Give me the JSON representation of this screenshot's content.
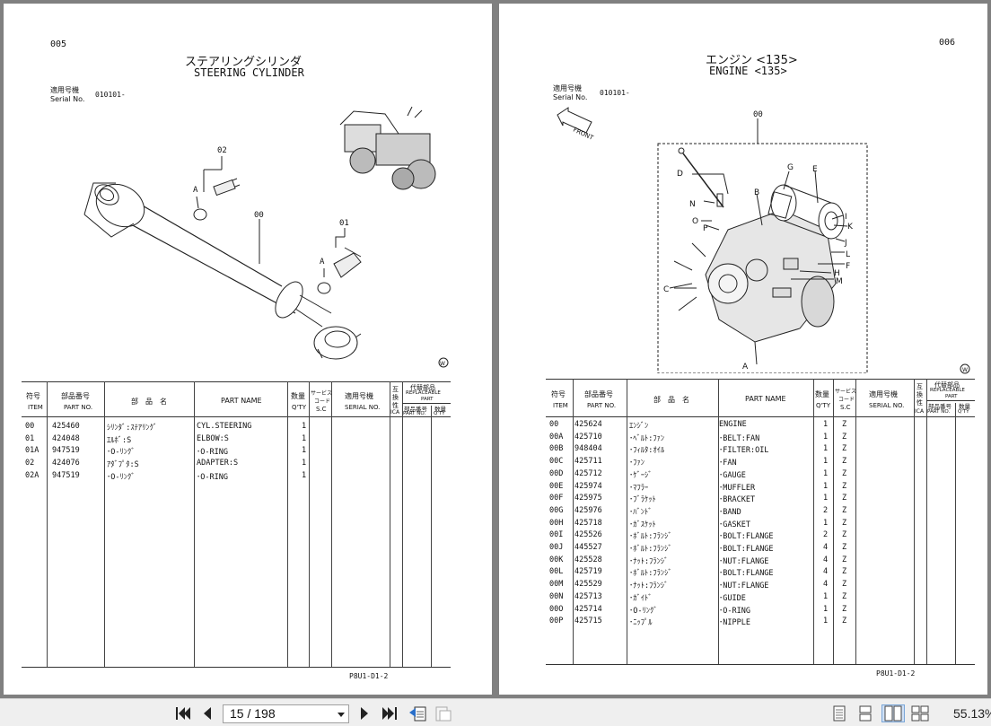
{
  "left_page": {
    "page_no": "005",
    "title_jp": "ステアリングシリンダ",
    "title_en": "STEERING CYLINDER",
    "serial_label_jp": "適用号機",
    "serial_label_en": "Serial No.",
    "serial_value": "010101-",
    "callouts": [
      "02",
      "A",
      "00",
      "01",
      "A"
    ],
    "rows": [
      {
        "item": "00",
        "part_no": "425460",
        "name_jp": "ｼﾘﾝﾀﾞ:ｽﾃｱﾘﾝｸﾞ",
        "name_en": "CYL.STEERING",
        "qty": "1",
        "sc": ""
      },
      {
        "item": "01",
        "part_no": "424048",
        "name_jp": "ｴﾙﾎﾞ:S",
        "name_en": "ELBOW:S",
        "qty": "1",
        "sc": ""
      },
      {
        "item": "01A",
        "part_no": "947519",
        "name_jp": "･O-ﾘﾝｸﾞ",
        "name_en": "･O-RING",
        "qty": "1",
        "sc": ""
      },
      {
        "item": "02",
        "part_no": "424076",
        "name_jp": "ｱﾀﾞﾌﾟﾀ:S",
        "name_en": "ADAPTER:S",
        "qty": "1",
        "sc": ""
      },
      {
        "item": "02A",
        "part_no": "947519",
        "name_jp": "･O-ﾘﾝｸﾞ",
        "name_en": "･O-RING",
        "qty": "1",
        "sc": ""
      }
    ],
    "footer_code": "P8U1-D1-2"
  },
  "right_page": {
    "page_no": "006",
    "title_jp": "エンジン <135>",
    "title_en": "ENGINE <135>",
    "serial_label_jp": "適用号機",
    "serial_label_en": "Serial No.",
    "serial_value": "010101-",
    "front_label": "FRONT",
    "callouts": [
      "00",
      "D",
      "G",
      "E",
      "B",
      "N",
      "I",
      "O",
      "P",
      "K",
      "J",
      "L",
      "F",
      "H",
      "M",
      "C",
      "A"
    ],
    "rows": [
      {
        "item": "00",
        "part_no": "425624",
        "name_jp": "ｴﾝｼﾞﾝ",
        "name_en": "ENGINE",
        "qty": "1",
        "sc": "Z"
      },
      {
        "item": "00A",
        "part_no": "425710",
        "name_jp": "･ﾍﾞﾙﾄ:ﾌｧﾝ",
        "name_en": "･BELT:FAN",
        "qty": "1",
        "sc": "Z"
      },
      {
        "item": "00B",
        "part_no": "948404",
        "name_jp": "･ﾌｨﾙﾀ:ｵｲﾙ",
        "name_en": "･FILTER:OIL",
        "qty": "1",
        "sc": "Z"
      },
      {
        "item": "00C",
        "part_no": "425711",
        "name_jp": "･ﾌｧﾝ",
        "name_en": "･FAN",
        "qty": "1",
        "sc": "Z"
      },
      {
        "item": "00D",
        "part_no": "425712",
        "name_jp": "･ｹﾞｰｼﾞ",
        "name_en": "･GAUGE",
        "qty": "1",
        "sc": "Z"
      },
      {
        "item": "00E",
        "part_no": "425974",
        "name_jp": "･ﾏﾌﾗｰ",
        "name_en": "･MUFFLER",
        "qty": "1",
        "sc": "Z"
      },
      {
        "item": "00F",
        "part_no": "425975",
        "name_jp": "･ﾌﾞﾗｹｯﾄ",
        "name_en": "･BRACKET",
        "qty": "1",
        "sc": "Z"
      },
      {
        "item": "00G",
        "part_no": "425976",
        "name_jp": "･ﾊﾞﾝﾄﾞ",
        "name_en": "･BAND",
        "qty": "2",
        "sc": "Z"
      },
      {
        "item": "00H",
        "part_no": "425718",
        "name_jp": "･ｶﾞｽｹｯﾄ",
        "name_en": "･GASKET",
        "qty": "1",
        "sc": "Z"
      },
      {
        "item": "00I",
        "part_no": "425526",
        "name_jp": "･ﾎﾞﾙﾄ:ﾌﾗﾝｼﾞ",
        "name_en": "･BOLT:FLANGE",
        "qty": "2",
        "sc": "Z"
      },
      {
        "item": "00J",
        "part_no": "445527",
        "name_jp": "･ﾎﾞﾙﾄ:ﾌﾗﾝｼﾞ",
        "name_en": "･BOLT:FLANGE",
        "qty": "4",
        "sc": "Z"
      },
      {
        "item": "00K",
        "part_no": "425528",
        "name_jp": "･ﾅｯﾄ:ﾌﾗﾝｼﾞ",
        "name_en": "･NUT:FLANGE",
        "qty": "4",
        "sc": "Z"
      },
      {
        "item": "00L",
        "part_no": "425719",
        "name_jp": "･ﾎﾞﾙﾄ:ﾌﾗﾝｼﾞ",
        "name_en": "･BOLT:FLANGE",
        "qty": "4",
        "sc": "Z"
      },
      {
        "item": "00M",
        "part_no": "425529",
        "name_jp": "･ﾅｯﾄ:ﾌﾗﾝｼﾞ",
        "name_en": "･NUT:FLANGE",
        "qty": "4",
        "sc": "Z"
      },
      {
        "item": "00N",
        "part_no": "425713",
        "name_jp": "･ｶﾞｲﾄﾞ",
        "name_en": "･GUIDE",
        "qty": "1",
        "sc": "Z"
      },
      {
        "item": "00O",
        "part_no": "425714",
        "name_jp": "･O-ﾘﾝｸﾞ",
        "name_en": "･O-RING",
        "qty": "1",
        "sc": "Z"
      },
      {
        "item": "00P",
        "part_no": "425715",
        "name_jp": "･ﾆｯﾌﾟﾙ",
        "name_en": "･NIPPLE",
        "qty": "1",
        "sc": "Z"
      }
    ],
    "footer_code": "P8U1-D1-2"
  },
  "table_headers": {
    "item_jp": "符号",
    "item_en": "ITEM",
    "part_no_jp": "部品番号",
    "part_no_en": "PART NO.",
    "name_jp": "部　品　名",
    "part_name": "PART NAME",
    "qty_jp": "数量",
    "qty_en": "Q'TY",
    "sc_jp1": "サービス",
    "sc_jp2": "コード",
    "sc_en": "S.C",
    "serial_jp": "適用号機",
    "serial_en": "SERIAL NO.",
    "ica_jp1": "互",
    "ica_jp2": "換",
    "ica_jp3": "性",
    "ica_en": "ICA",
    "repl_jp": "代替部品",
    "repl_en1": "REPLACEABLE",
    "repl_en2": "PART",
    "repl_part_jp": "部品番号",
    "repl_qty_jp": "数量",
    "repl_part_en": "PART NO.",
    "repl_qty_en": "Q'TY"
  },
  "watermark_symbol": "W",
  "toolbar": {
    "page_value": "15 / 198",
    "zoom": "55.13%",
    "icons": [
      "first-page-icon",
      "prev-page-icon",
      "next-page-icon",
      "last-page-icon",
      "go-back-icon",
      "go-forward-icon",
      "single-page-view-icon",
      "continuous-view-icon",
      "two-page-view-icon",
      "two-page-continuous-icon"
    ]
  }
}
